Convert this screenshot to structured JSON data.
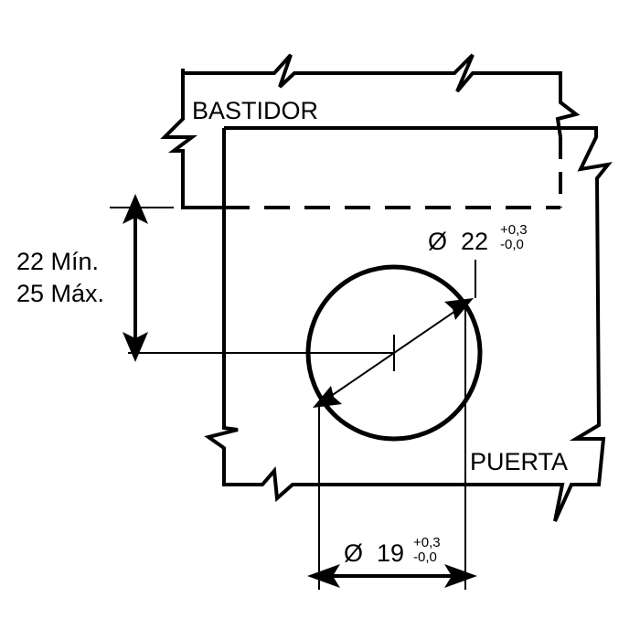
{
  "labels": {
    "frame": "BASTIDOR",
    "door": "PUERTA",
    "distance_min": "22 Mín.",
    "distance_max": "25 Máx.",
    "dia_outer_symbol": "Ø",
    "dia_outer_value": "22",
    "dia_outer_tol_plus": "+0,3",
    "dia_outer_tol_minus": "-0,0",
    "dia_inner_symbol": "Ø",
    "dia_inner_value": "19",
    "dia_inner_tol_plus": "+0,3",
    "dia_inner_tol_minus": "-0,0"
  },
  "colors": {
    "stroke": "#000000",
    "background": "#ffffff"
  }
}
